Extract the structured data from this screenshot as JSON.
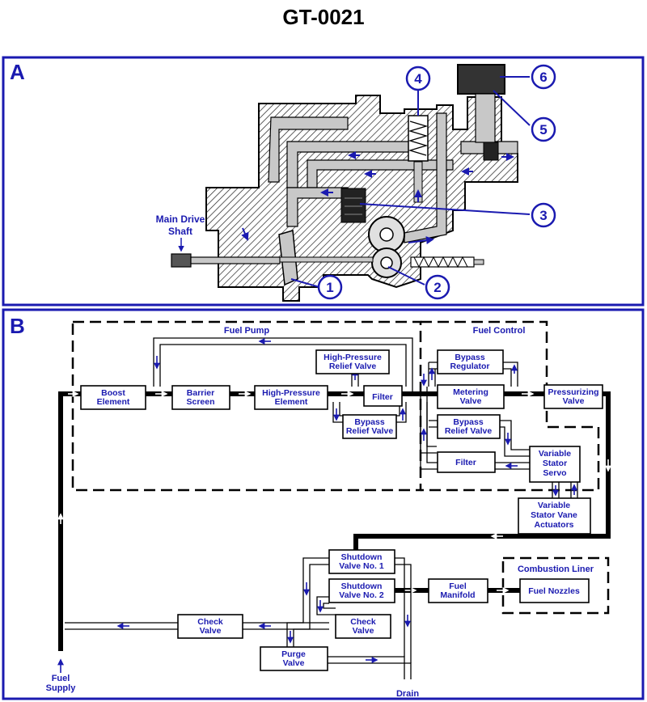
{
  "title": "GT-0021",
  "section_a": {
    "letter": "A",
    "main_drive_line1": "Main Drive",
    "main_drive_line2": "Shaft",
    "callouts": [
      "1",
      "2",
      "3",
      "4",
      "5",
      "6"
    ]
  },
  "section_b": {
    "letter": "B",
    "fuel_pump": "Fuel Pump",
    "fuel_control": "Fuel Control",
    "combustion_liner": "Combustion Liner",
    "fuel_supply_line1": "Fuel",
    "fuel_supply_line2": "Supply",
    "drain": "Drain",
    "boxes": {
      "boost": [
        "Boost",
        "Element"
      ],
      "barrier": [
        "Barrier",
        "Screen"
      ],
      "hp_element": [
        "High-Pressure",
        "Element"
      ],
      "hp_relief": [
        "High-Pressure",
        "Relief Valve"
      ],
      "filter1": [
        "Filter"
      ],
      "bypass_relief1": [
        "Bypass",
        "Relief Valve"
      ],
      "bypass_regulator": [
        "Bypass",
        "Regulator"
      ],
      "metering": [
        "Metering",
        "Valve"
      ],
      "pressurizing": [
        "Pressurizing",
        "Valve"
      ],
      "bypass_relief2": [
        "Bypass",
        "Relief Valve"
      ],
      "filter2": [
        "Filter"
      ],
      "vs_servo": [
        "Variable",
        "Stator",
        "Servo"
      ],
      "vsv_actuators": [
        "Variable",
        "Stator Vane",
        "Actuators"
      ],
      "shutdown1": [
        "Shutdown",
        "Valve No. 1"
      ],
      "shutdown2": [
        "Shutdown",
        "Valve No. 2"
      ],
      "fuel_manifold": [
        "Fuel",
        "Manifold"
      ],
      "fuel_nozzles": [
        "Fuel Nozzles"
      ],
      "check_valve_left": [
        "Check",
        "Valve"
      ],
      "check_valve_right": [
        "Check",
        "Valve"
      ],
      "purge_valve": [
        "Purge",
        "Valve"
      ]
    }
  },
  "colors": {
    "frame": "#1a1ab0",
    "label": "#1a1ab0",
    "line": "#000000"
  }
}
